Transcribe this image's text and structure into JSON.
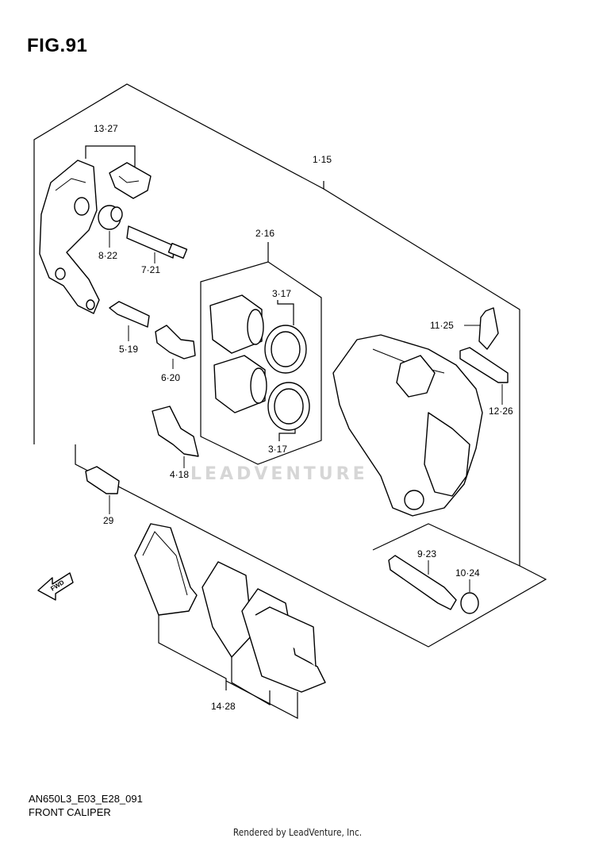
{
  "figure": {
    "title": "FIG.91",
    "code": "AN650L3_E03_E28_091",
    "name": "FRONT CALIPER"
  },
  "credit": "Rendered by LeadVenture, Inc.",
  "watermark": "LEADVENTURE",
  "fwd_label": "FWD",
  "callouts": {
    "c_1_15": "1·15",
    "c_2_16": "2·16",
    "c_3_17_top": "3·17",
    "c_3_17_bottom": "3·17",
    "c_4_18": "4·18",
    "c_5_19": "5·19",
    "c_6_20": "6·20",
    "c_7_21": "7·21",
    "c_8_22": "8·22",
    "c_9_23": "9·23",
    "c_10_24": "10·24",
    "c_11_25": "11·25",
    "c_12_26": "12·26",
    "c_13_27": "13·27",
    "c_14_28": "14·28",
    "c_29": "29"
  },
  "icons": {
    "fwd_arrow": "fwd-arrow-icon",
    "logo_mark": "leadventure-watermark"
  }
}
